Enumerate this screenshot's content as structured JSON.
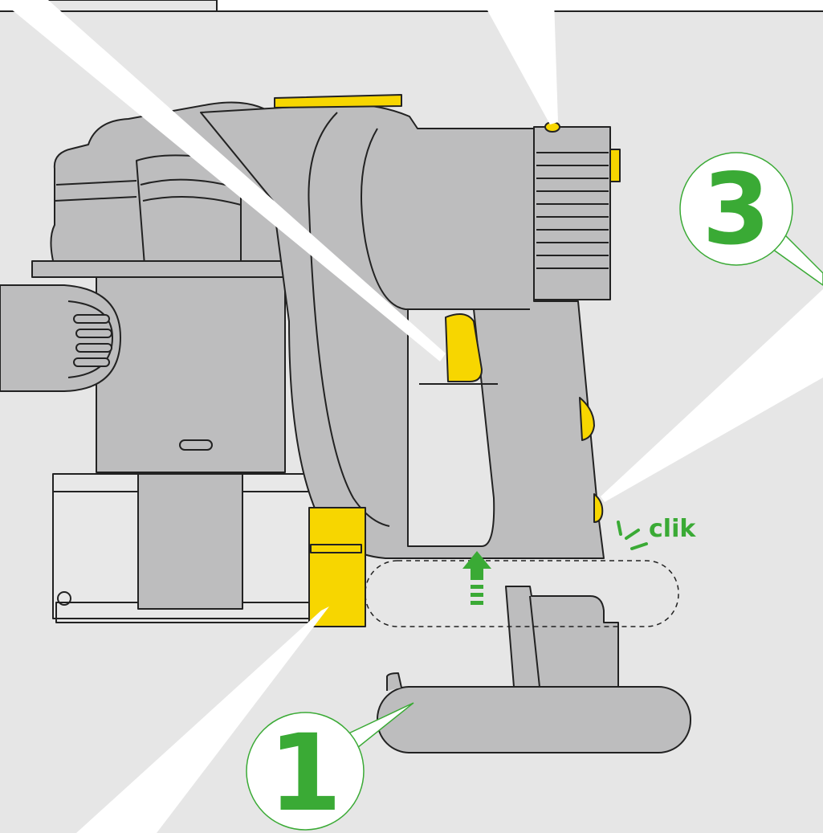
{
  "colors": {
    "background": "#e6e6e6",
    "body_grey": "#bdbdbe",
    "dark_grey": "#a9a9aa",
    "outline": "#222222",
    "accent_yellow": "#f7d600",
    "callout_green": "#3aaa35",
    "light_beam": "#ffffff"
  },
  "labels": {
    "step_one": "1",
    "step_three": "3",
    "click_sound": "clik"
  },
  "icons": [
    "up-arrow-icon",
    "click-sound-icon"
  ]
}
